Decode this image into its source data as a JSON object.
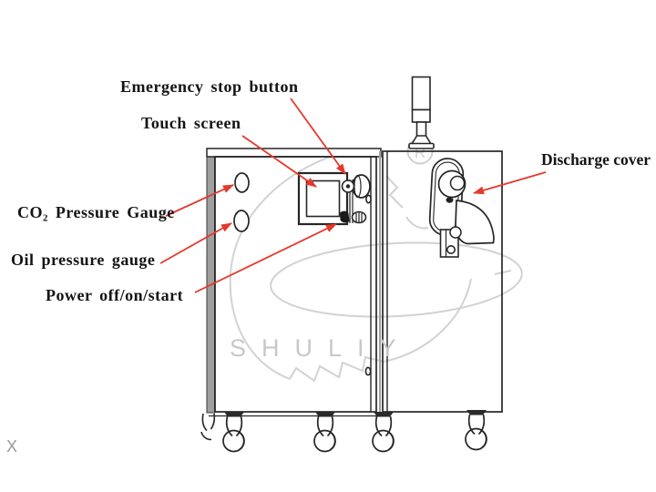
{
  "labels": {
    "emergency_stop": "Emergency stop button",
    "touch_screen": "Touch screen",
    "co2_gauge": "CO₂ Pressure Gauge",
    "oil_gauge": "Oil pressure gauge",
    "power": "Power off/on/start",
    "discharge_cover": "Discharge cover"
  },
  "watermark": {
    "brand": "SHULIY",
    "registered_symbol": "R"
  },
  "corner_mark": "X",
  "colors": {
    "arrow_red": "#e6382c",
    "line_dark": "#262626",
    "watermark_gray": "#cfcfcf",
    "side_panel_gray": "#9f9f9f",
    "background": "#ffffff"
  }
}
